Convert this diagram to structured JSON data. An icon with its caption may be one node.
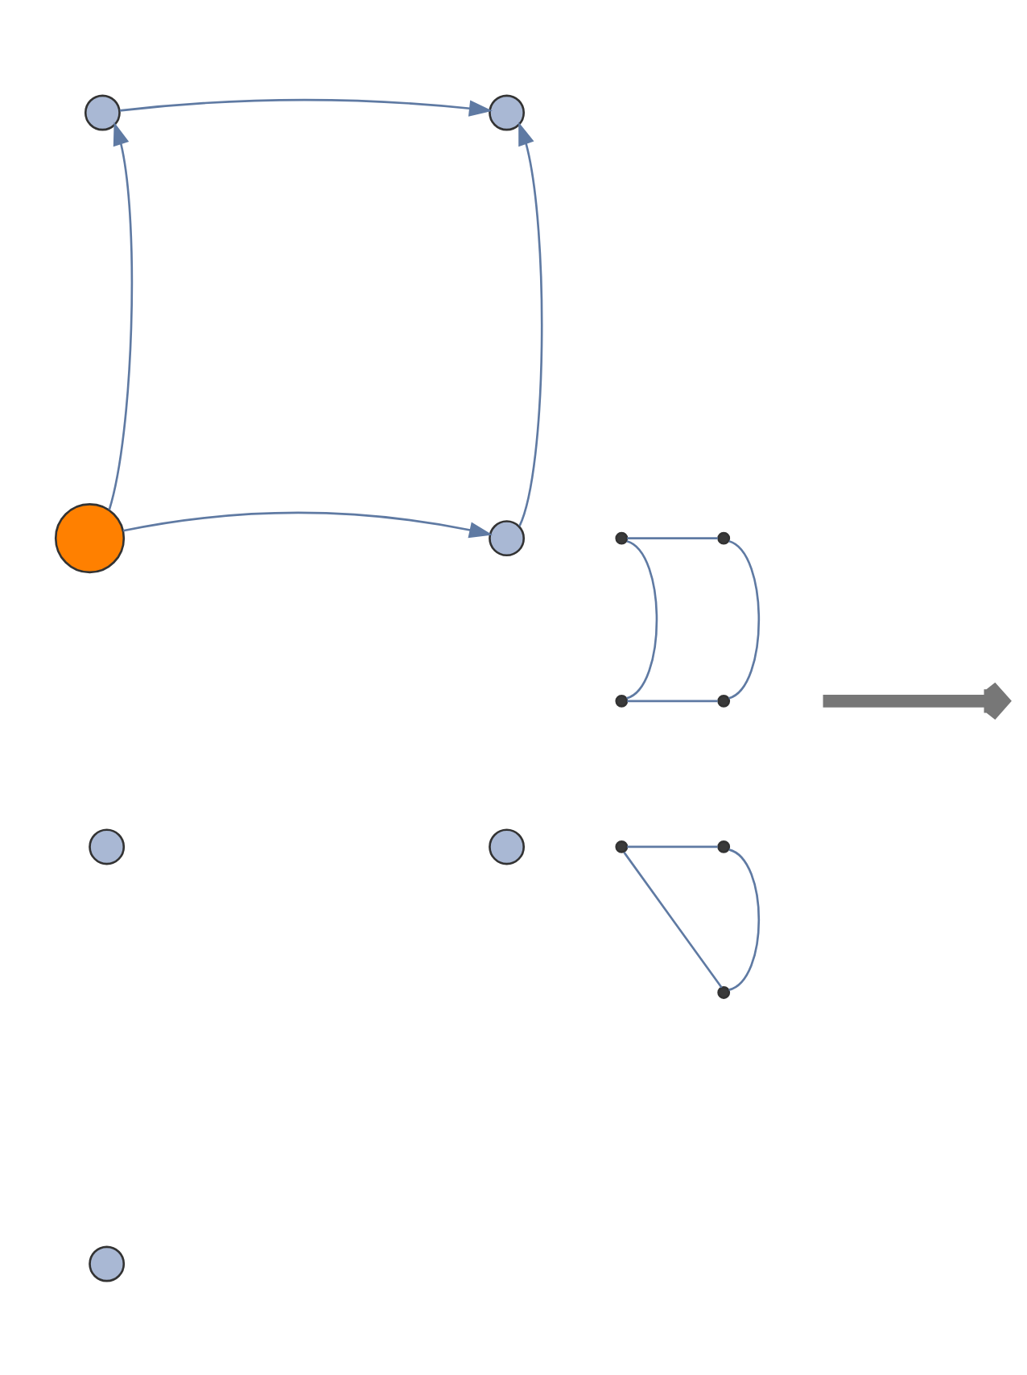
{
  "diagram": {
    "nodes": [
      {
        "text": [],
        "shape": "circle"
      },
      {
        "text": [],
        "shape": "circle"
      },
      {
        "text": [],
        "shape": "circle"
      },
      {
        "text": [],
        "shape": "circle"
      },
      {
        "text": [],
        "shape": "circle"
      },
      {
        "text": [],
        "shape": "circle"
      },
      {
        "text": [],
        "shape": "circle"
      },
      {
        "text": [],
        "shape": "circle"
      },
      {
        "text": [],
        "shape": "circle"
      },
      {
        "text": [],
        "shape": "circle"
      },
      {
        "text": [],
        "shape": "circle"
      },
      {
        "text": [],
        "shape": "circle"
      },
      {
        "text": [],
        "shape": "circle"
      },
      {
        "text": [],
        "shape": "circle"
      }
    ],
    "edges": [
      {
        "from": 0,
        "to": 1,
        "arrow": "none"
      },
      {
        "from": 1,
        "to": 3,
        "arrow": "none"
      },
      {
        "from": 3,
        "to": 2,
        "arrow": "none"
      },
      {
        "from": 2,
        "to": 0,
        "arrow": "none"
      },
      {
        "from": 4,
        "to": 5,
        "arrow": "none"
      },
      {
        "from": 5,
        "to": 6,
        "arrow": "none"
      },
      {
        "from": 6,
        "to": 4,
        "arrow": "none"
      },
      {
        "from": 8,
        "to": 7,
        "arrow": "to"
      },
      {
        "from": 10,
        "to": 8,
        "arrow": "to"
      },
      {
        "from": 9,
        "to": 7,
        "arrow": "to"
      },
      {
        "from": 10,
        "to": 9,
        "arrow": "to"
      }
    ]
  }
}
